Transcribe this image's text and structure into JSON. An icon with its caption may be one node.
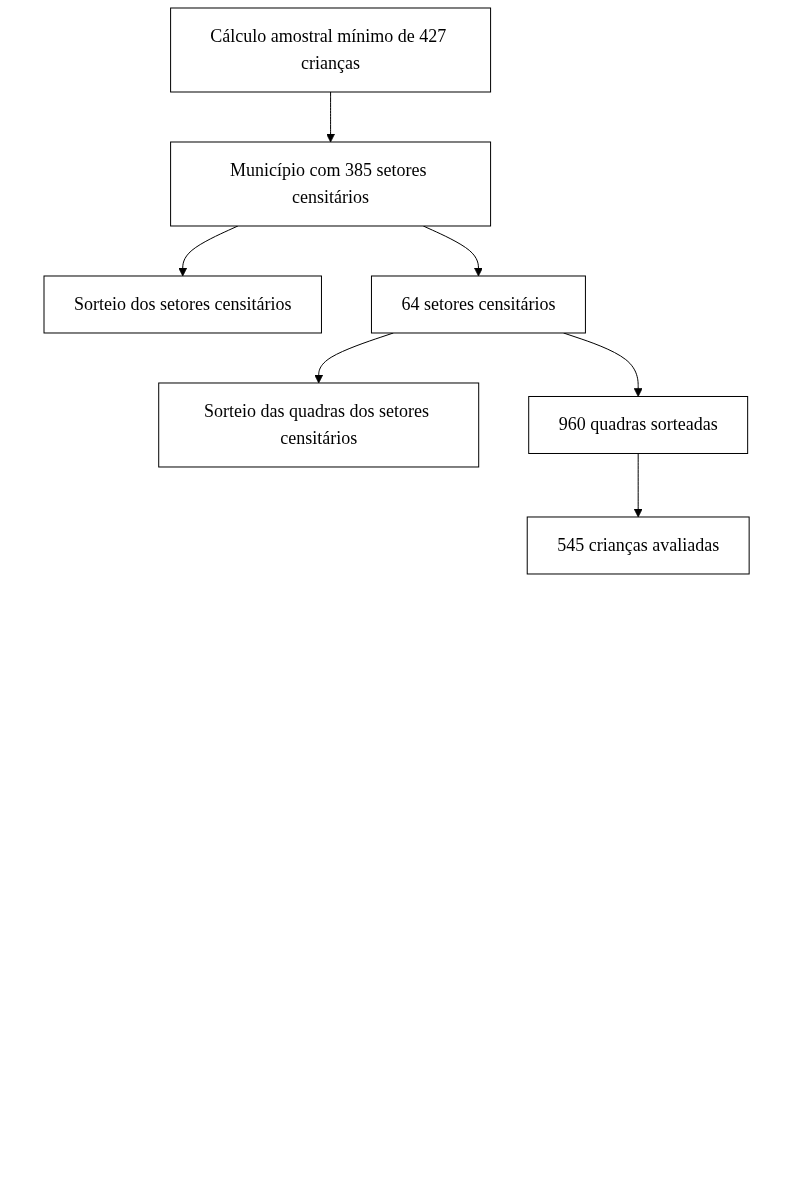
{
  "diagram": {
    "nodes": [
      {
        "text": [
          "Cálculo amostral mínimo de 427 crianças"
        ]
      },
      {
        "text": [
          "Município com 385 setores censitários"
        ]
      },
      {
        "text": [
          "Sorteio dos setores censitários"
        ]
      },
      {
        "text": [
          "64 setores censitários"
        ]
      },
      {
        "text": [
          "Sorteio das quadras dos setores censitários"
        ]
      },
      {
        "text": [
          "960 quadras sorteadas"
        ]
      },
      {
        "text": [
          "545 crianças avaliadas"
        ]
      }
    ],
    "edges": [
      {
        "from": 0,
        "to": 1,
        "arrow": "to"
      },
      {
        "from": 1,
        "to": 2,
        "arrow": "to"
      },
      {
        "from": 1,
        "to": 3,
        "arrow": "to"
      },
      {
        "from": 3,
        "to": 4,
        "arrow": "to"
      },
      {
        "from": 3,
        "to": 5,
        "arrow": "to"
      },
      {
        "from": 5,
        "to": 6,
        "arrow": "to"
      }
    ]
  }
}
